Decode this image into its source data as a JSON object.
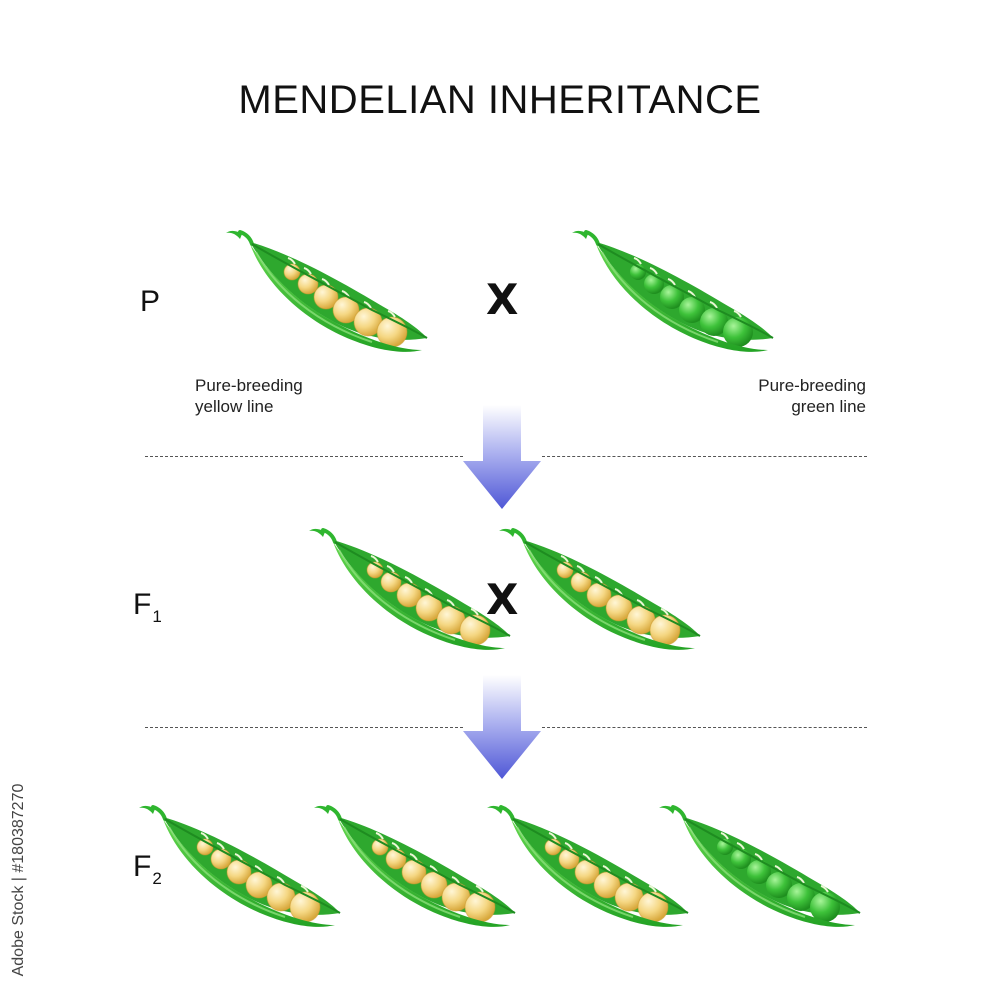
{
  "title": "MENDELIAN INHERITANCE",
  "generations": {
    "p": {
      "label": "P"
    },
    "f1": {
      "label": "F",
      "subscript": "1"
    },
    "f2": {
      "label": "F",
      "subscript": "2"
    }
  },
  "cross_symbol": "X",
  "captions": {
    "yellow_line_1": "Pure-breeding",
    "yellow_line_2": "yellow line",
    "green_line_1": "Pure-breeding",
    "green_line_2": "green line"
  },
  "pods": {
    "p": [
      "yellow",
      "green"
    ],
    "f1": [
      "yellow",
      "yellow"
    ],
    "f2": [
      "yellow",
      "yellow",
      "yellow",
      "green"
    ]
  },
  "colors": {
    "pod_green": "#2fb62f",
    "pod_light": "#63d64e",
    "pea_yellow": "#f5d783",
    "pea_green": "#3ec23a",
    "arrow_blue": "#5a63d9"
  },
  "watermark": "Adobe Stock | #180387270"
}
